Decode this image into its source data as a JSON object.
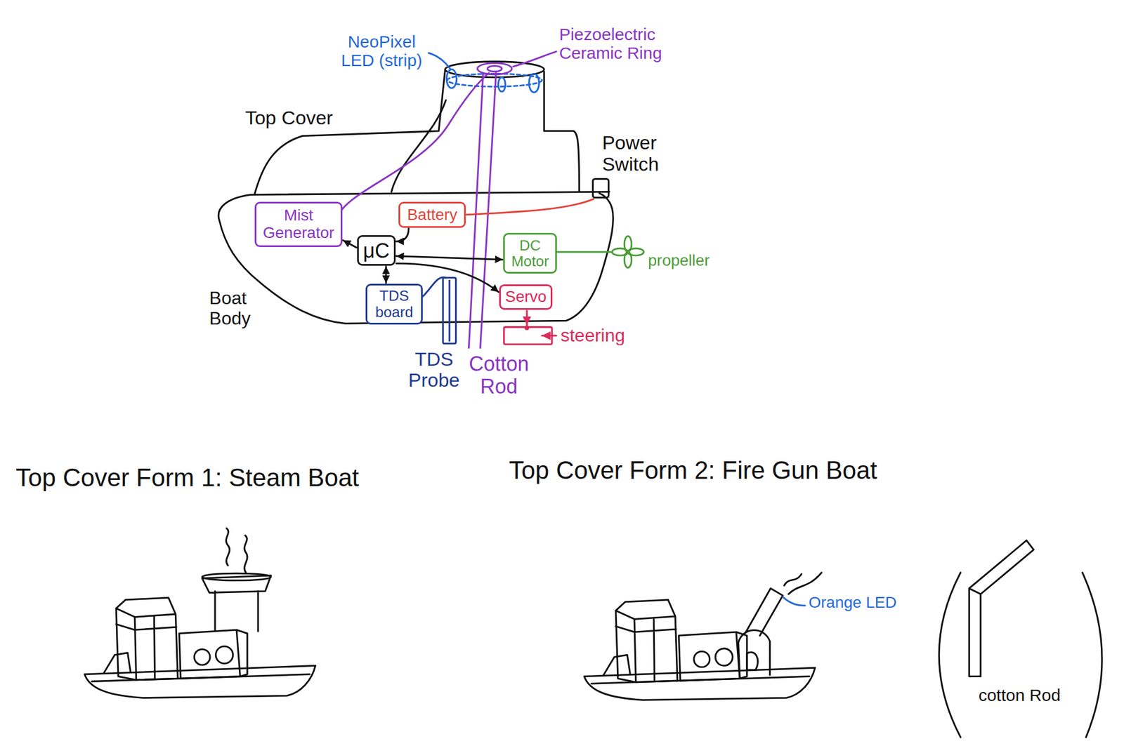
{
  "diagram": {
    "nodes": [
      {
        "text": [
          "Mist Generator"
        ]
      },
      {
        "text": [
          "Battery"
        ]
      },
      {
        "text": [
          "μC"
        ]
      },
      {
        "text": [
          "DC Motor"
        ]
      },
      {
        "text": [
          "TDS board"
        ]
      },
      {
        "text": [
          "Servo"
        ]
      }
    ],
    "edges": [
      {
        "from": 2,
        "to": 0,
        "arrow": "to"
      },
      {
        "from": 1,
        "to": 2,
        "arrow": "to"
      },
      {
        "from": 2,
        "to": 3,
        "arrow": "both"
      },
      {
        "from": 2,
        "to": 4,
        "arrow": "both"
      },
      {
        "from": 2,
        "to": 5,
        "arrow": "to"
      }
    ],
    "labels": [
      "NeoPixel LED (strip)",
      "Piezoelectric Ceramic Ring",
      "Top Cover",
      "Power Switch",
      "propeller",
      "Boat Body",
      "steering",
      "TDS Probe",
      "Cotton Rod",
      "Top Cover Form 1: Steam Boat",
      "Top Cover Form 2: Fire Gun Boat",
      "Orange LED",
      "cotton Rod"
    ]
  }
}
